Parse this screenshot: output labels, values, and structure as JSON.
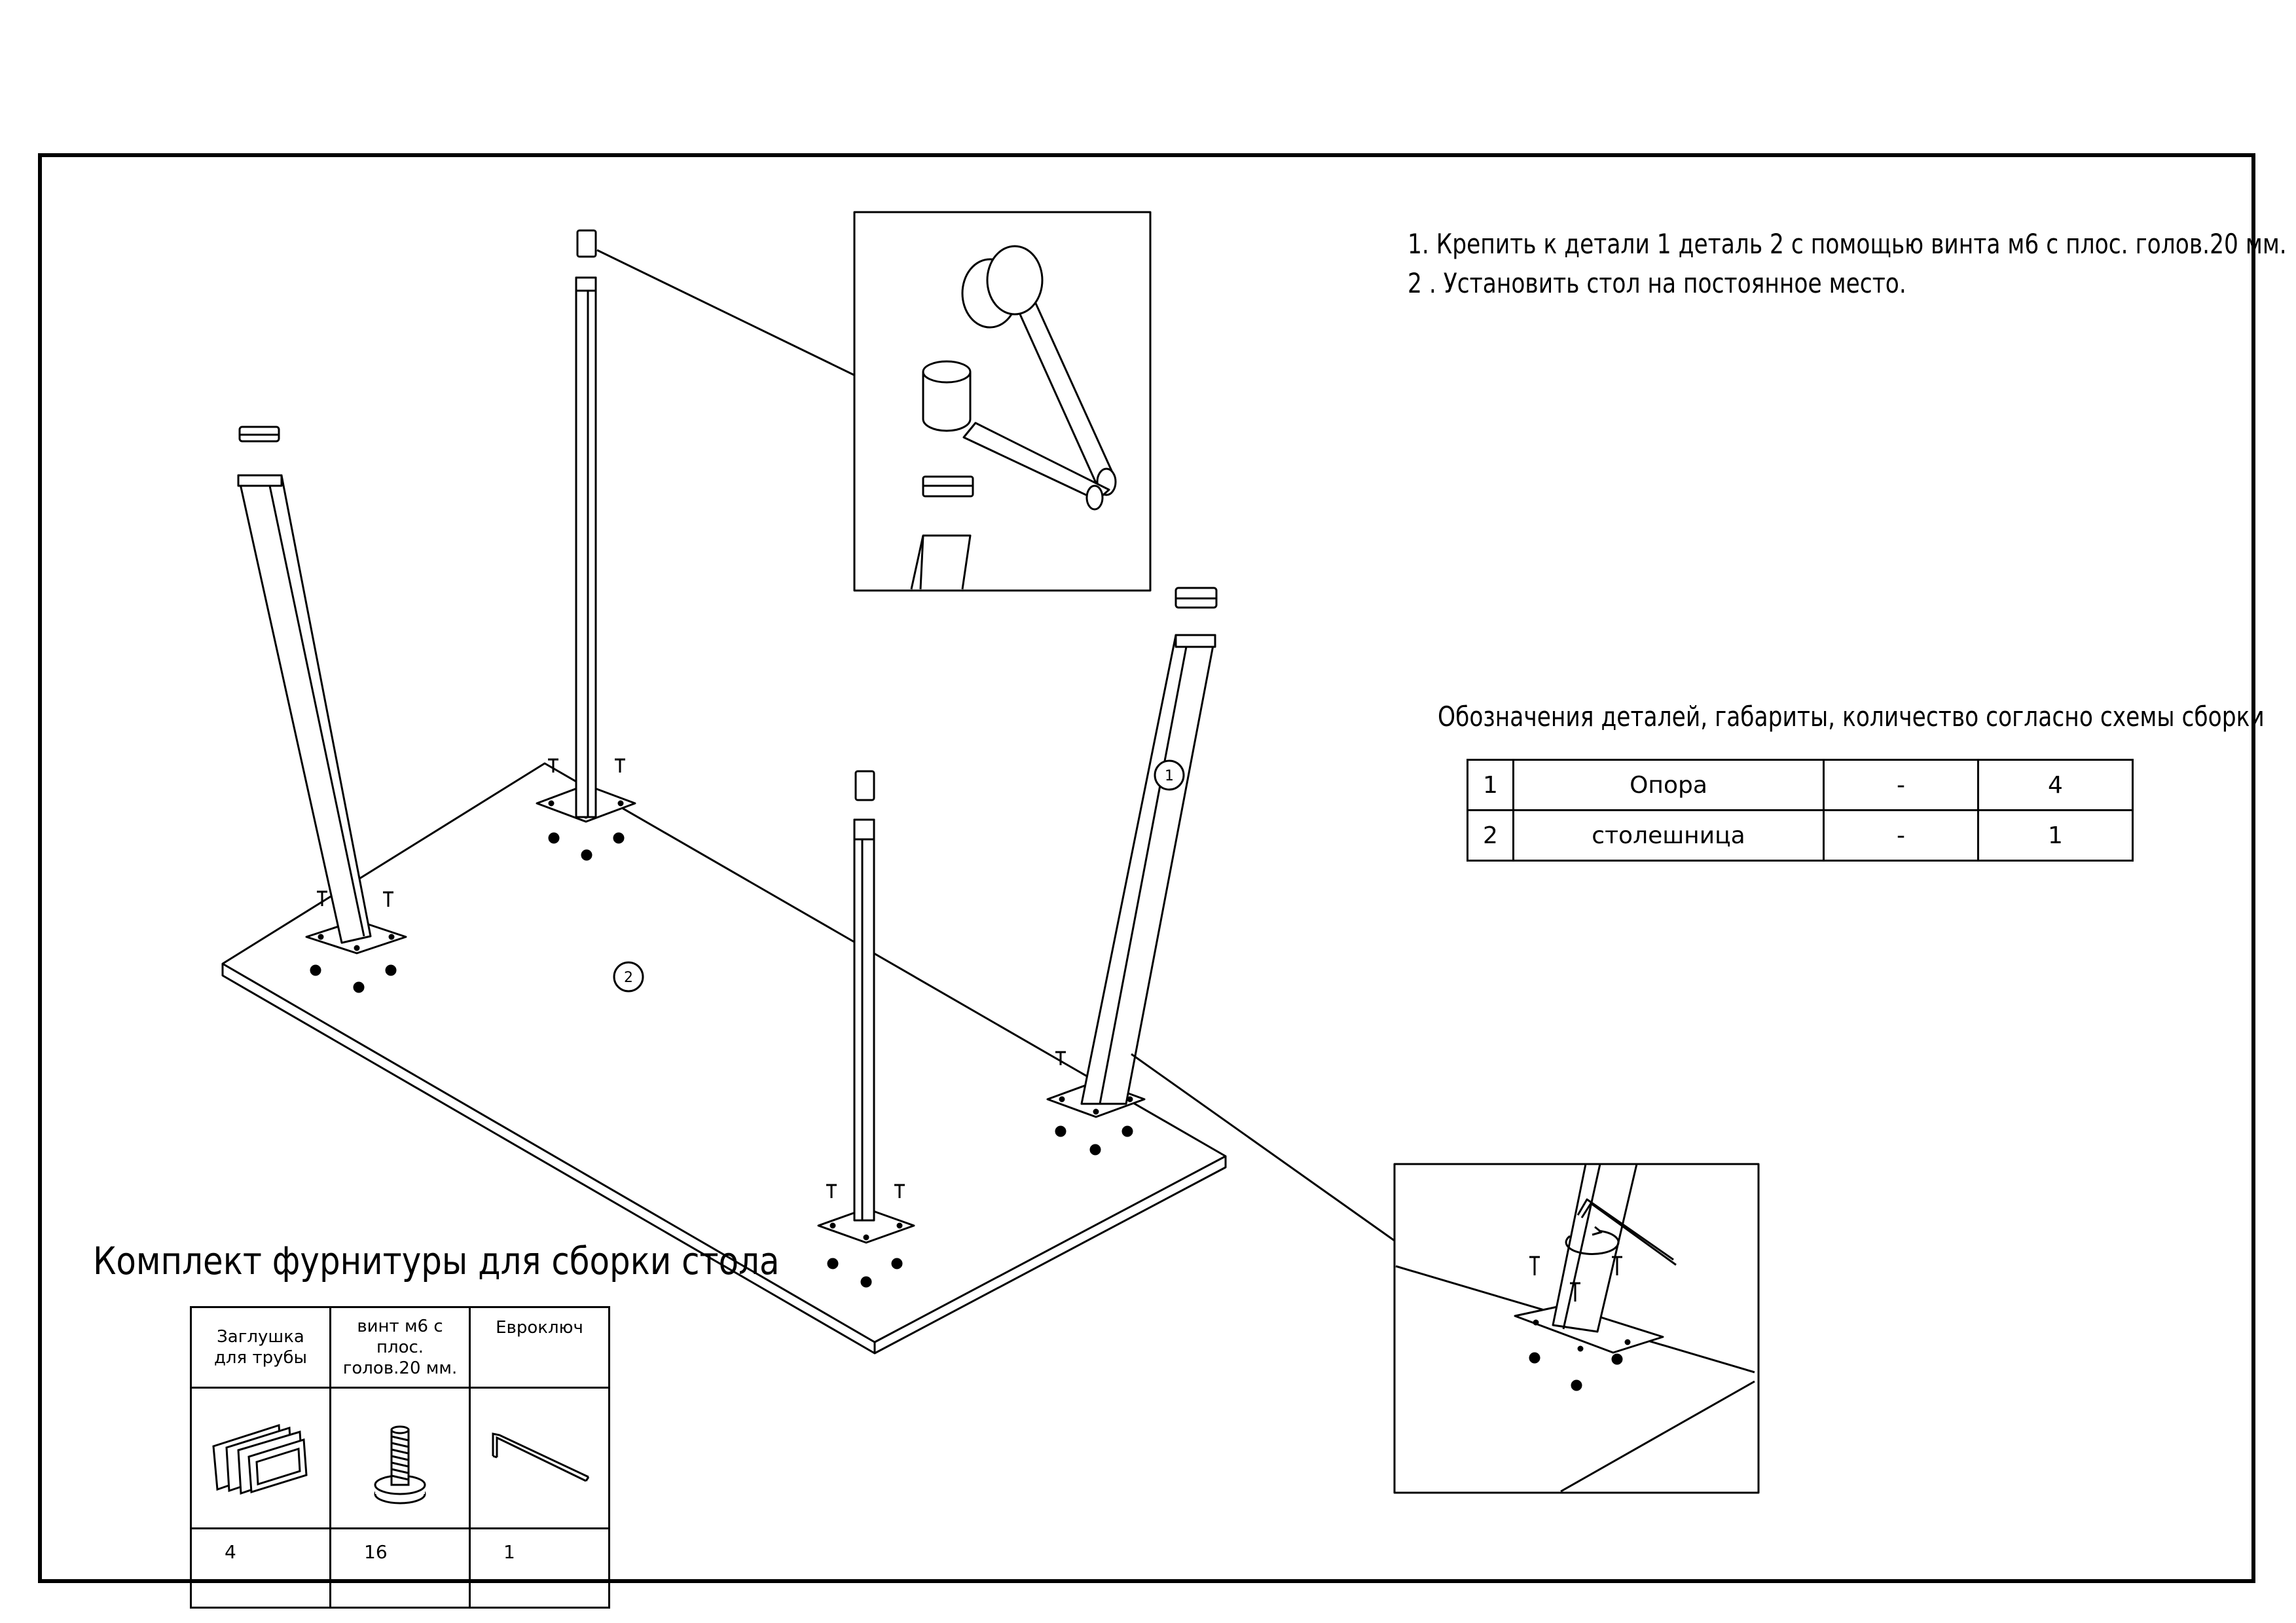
{
  "instructions": [
    "1. Крепить к детали 1 деталь 2 с помощью винта м6 с плос. голов.20 мм.",
    "2 . Установить стол на постоянное место."
  ],
  "callouts": {
    "leg": "1",
    "tabletop": "2"
  },
  "parts_table": {
    "title": "Обозначения деталей, габариты, количество согласно схемы сборки",
    "rows": [
      {
        "num": "1",
        "name": "Опора",
        "size": "-",
        "qty": "4"
      },
      {
        "num": "2",
        "name": "столешница",
        "size": "-",
        "qty": "1"
      }
    ]
  },
  "hardware_kit": {
    "title": "Комплект фурнитуры для сборки стола",
    "items": [
      {
        "label_line1": "Заглушка",
        "label_line2": "для трубы",
        "qty": "4",
        "icon": "pipe-plug-icon"
      },
      {
        "label_line1": "винт м6 с плос.",
        "label_line2": "голов.20 мм.",
        "qty": "16",
        "icon": "screw-icon"
      },
      {
        "label_line1": "Евроключ",
        "label_line2": "",
        "qty": "1",
        "icon": "hex-key-icon"
      }
    ]
  }
}
